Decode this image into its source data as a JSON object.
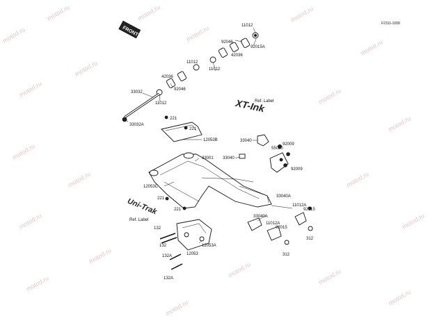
{
  "drawing_code": "F2311-1099",
  "front_badge": "FRONT",
  "decal_1": "XT-Ink",
  "decal_2": "Uni-Trak",
  "ref_label_1": "Ref. Label",
  "ref_label_2": "Ref. Label",
  "watermark_text": "motod.ru",
  "part_labels": [
    "11012",
    "92046",
    "92015A",
    "42036",
    "11012",
    "11012",
    "42036",
    "92046",
    "33032",
    "11012",
    "221",
    "221",
    "33032A",
    "12053B",
    "33040",
    "55020",
    "92009",
    "33001",
    "33040",
    "92009",
    "12053C",
    "221",
    "221",
    "33040A",
    "11012A",
    "92015",
    "33040A",
    "11012A",
    "92015",
    "312",
    "132",
    "132",
    "12053A",
    "12053",
    "312",
    "132A",
    "132A"
  ]
}
